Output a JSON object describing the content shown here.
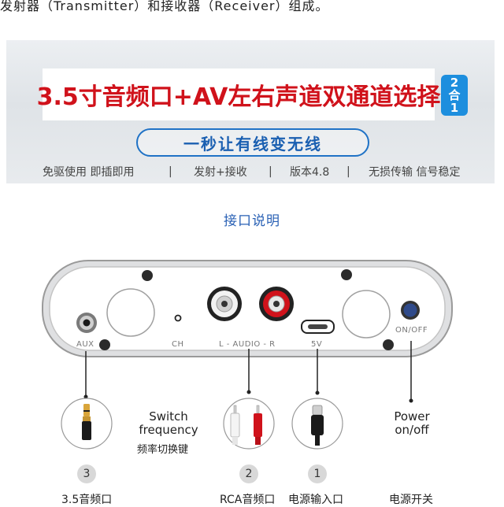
{
  "intro": {
    "text": "发射器（Transmitter）和接收器（Receiver）组成。"
  },
  "banner": {
    "headline": "3.5寸音频口+AV左右声道双通道选择",
    "badge_top": "2",
    "badge_bottom": "合",
    "badge_num": "1",
    "pill": "一秒让有线变无线",
    "features": [
      "免驱使用 即插即用",
      "|",
      "发射+接收",
      "|",
      "版本4.8",
      "|",
      "无损传输 信号稳定"
    ]
  },
  "section": {
    "title": "接口说明"
  },
  "device": {
    "labels": {
      "aux": "AUX",
      "ch": "CH",
      "audio": "L - AUDIO - R",
      "power_port": "5V",
      "onoff": "ON/OFF"
    }
  },
  "callouts": {
    "switch": {
      "line1": "Switch",
      "line2": "frequency",
      "cn": "频率切换键"
    },
    "power": {
      "line1": "Power",
      "line2": "on/off"
    },
    "numbers": [
      "3",
      "2",
      "1"
    ]
  },
  "bottom_labels": {
    "aux": "3.5音频口",
    "rca": "RCA音频口",
    "input": "电源输入口",
    "switch": "电源开关"
  },
  "colors": {
    "headline_red": "#d0121b",
    "badge_blue": "#1d8ede",
    "pill_blue": "#1f72c6",
    "title_blue": "#2a61b5",
    "rca_red": "#d0121b",
    "power_button": "#2f4a8a"
  }
}
